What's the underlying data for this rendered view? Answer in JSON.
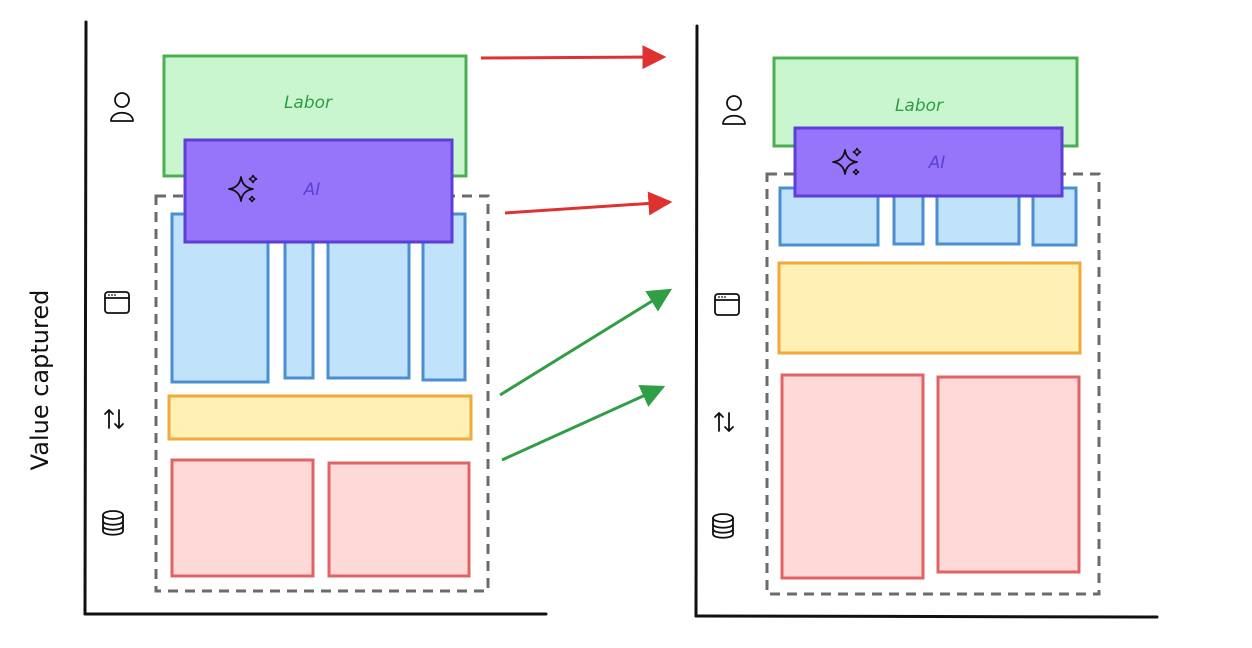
{
  "diagram": {
    "y_axis_label": "Value captured",
    "labor_label": "Labor",
    "ai_label": "AI"
  },
  "colors": {
    "labor_fill": "#c9f5cf",
    "labor_stroke": "#4caf50",
    "ai_fill": "#9775fa",
    "ai_stroke": "#5b3fd6",
    "blue_fill": "#c0e2fb",
    "blue_stroke": "#4a8fd1",
    "yellow_fill": "#fff0b3",
    "yellow_stroke": "#f2a93b",
    "red_fill": "#ffd8d8",
    "red_stroke": "#e06464",
    "arrow_red": "#e03131",
    "arrow_green": "#2f9e44",
    "dashed_border": "#6b6b6b"
  },
  "icons": {
    "labor_row": "person-icon",
    "app_row": "browser-window-icon",
    "transfer_row": "up-down-arrows-icon",
    "data_row": "database-icon",
    "ai": "sparkles-icon"
  }
}
